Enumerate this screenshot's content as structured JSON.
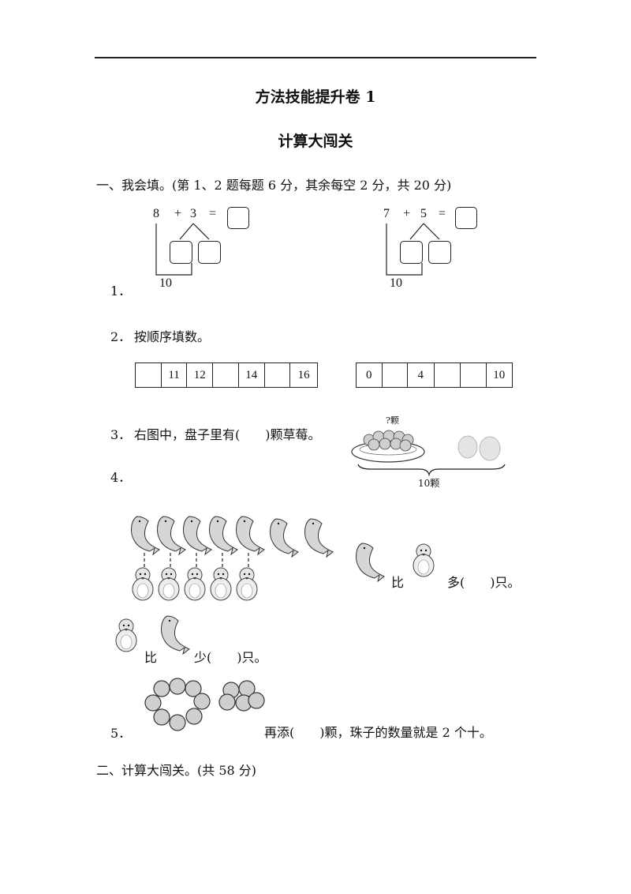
{
  "header": {
    "title": "方法技能提升卷 1",
    "subtitle": "计算大闯关"
  },
  "section1": {
    "heading": "一、我会填。(第 1、2 题每题 6 分，其余每空 2 分，共 20 分)",
    "q1": {
      "number": "1．",
      "left": {
        "a": "8",
        "op": "+",
        "b": "3",
        "eq": "=",
        "ten": "10"
      },
      "right": {
        "a": "7",
        "op": "+",
        "b": "5",
        "eq": "=",
        "ten": "10"
      }
    },
    "q2": {
      "number": "2．",
      "text": "按顺序填数。",
      "seq1": [
        "",
        "11",
        "12",
        "",
        "14",
        "",
        "16"
      ],
      "seq2": [
        "0",
        "",
        "4",
        "",
        "",
        "10"
      ]
    },
    "q3": {
      "number": "3．",
      "text": "右图中，盘子里有(　　)颗草莓。",
      "plate_label": "?颗",
      "total_label": "10颗"
    },
    "q4": {
      "number": "4．",
      "compare1_mid": "比",
      "compare1_end": "多(　　)只。",
      "compare2_mid": "比",
      "compare2_end": "少(　　)只。"
    },
    "q5": {
      "number": "5．",
      "text": "再添(　　)颗，珠子的数量就是 2 个十。"
    }
  },
  "section2": {
    "heading": "二、计算大闯关。(共 58 分)"
  }
}
